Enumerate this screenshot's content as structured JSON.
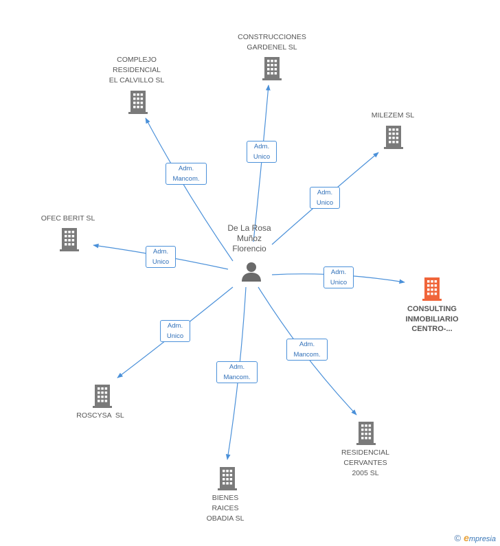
{
  "center": {
    "lines": [
      "De La Rosa",
      "Muñoz",
      "Florencio"
    ]
  },
  "companies": [
    {
      "id": "construcciones",
      "lines": [
        "CONSTRUCCIONES",
        "GARDENEL SL"
      ],
      "focus": false
    },
    {
      "id": "complejo",
      "lines": [
        "COMPLEJO",
        "RESIDENCIAL",
        "EL CALVILLO SL"
      ],
      "focus": false
    },
    {
      "id": "milezem",
      "lines": [
        "MILEZEM SL"
      ],
      "focus": false
    },
    {
      "id": "ofec",
      "lines": [
        "OFEC BERIT SL"
      ],
      "focus": false
    },
    {
      "id": "consulting",
      "lines": [
        "CONSULTING",
        "INMOBILIARIO",
        "CENTRO-..."
      ],
      "focus": true
    },
    {
      "id": "roscysa",
      "lines": [
        "ROSCYSA  SL"
      ],
      "focus": false
    },
    {
      "id": "residencial",
      "lines": [
        "RESIDENCIAL",
        "CERVANTES",
        "2005 SL"
      ],
      "focus": false
    },
    {
      "id": "bienes",
      "lines": [
        "BIENES",
        "RAICES",
        "OBADIA SL"
      ],
      "focus": false
    }
  ],
  "edges": [
    {
      "to": "construcciones",
      "lines": [
        "Adm.",
        "Unico"
      ]
    },
    {
      "to": "complejo",
      "lines": [
        "Adm.",
        "Mancom."
      ]
    },
    {
      "to": "milezem",
      "lines": [
        "Adm.",
        "Unico"
      ]
    },
    {
      "to": "ofec",
      "lines": [
        "Adm.",
        "Unico"
      ]
    },
    {
      "to": "consulting",
      "lines": [
        "Adm.",
        "Unico"
      ]
    },
    {
      "to": "roscysa",
      "lines": [
        "Adm.",
        "Unico"
      ]
    },
    {
      "to": "residencial",
      "lines": [
        "Adm.",
        "Mancom."
      ]
    },
    {
      "to": "bienes",
      "lines": [
        "Adm.",
        "Mancom."
      ]
    }
  ],
  "colors": {
    "edge": "#4a90d9",
    "building": "#7a7a7a",
    "focus_building": "#f0653a",
    "person": "#6a6a6a"
  },
  "footer": {
    "copyright": "©",
    "brand_e": "e",
    "brand_rest": "mpresia"
  }
}
